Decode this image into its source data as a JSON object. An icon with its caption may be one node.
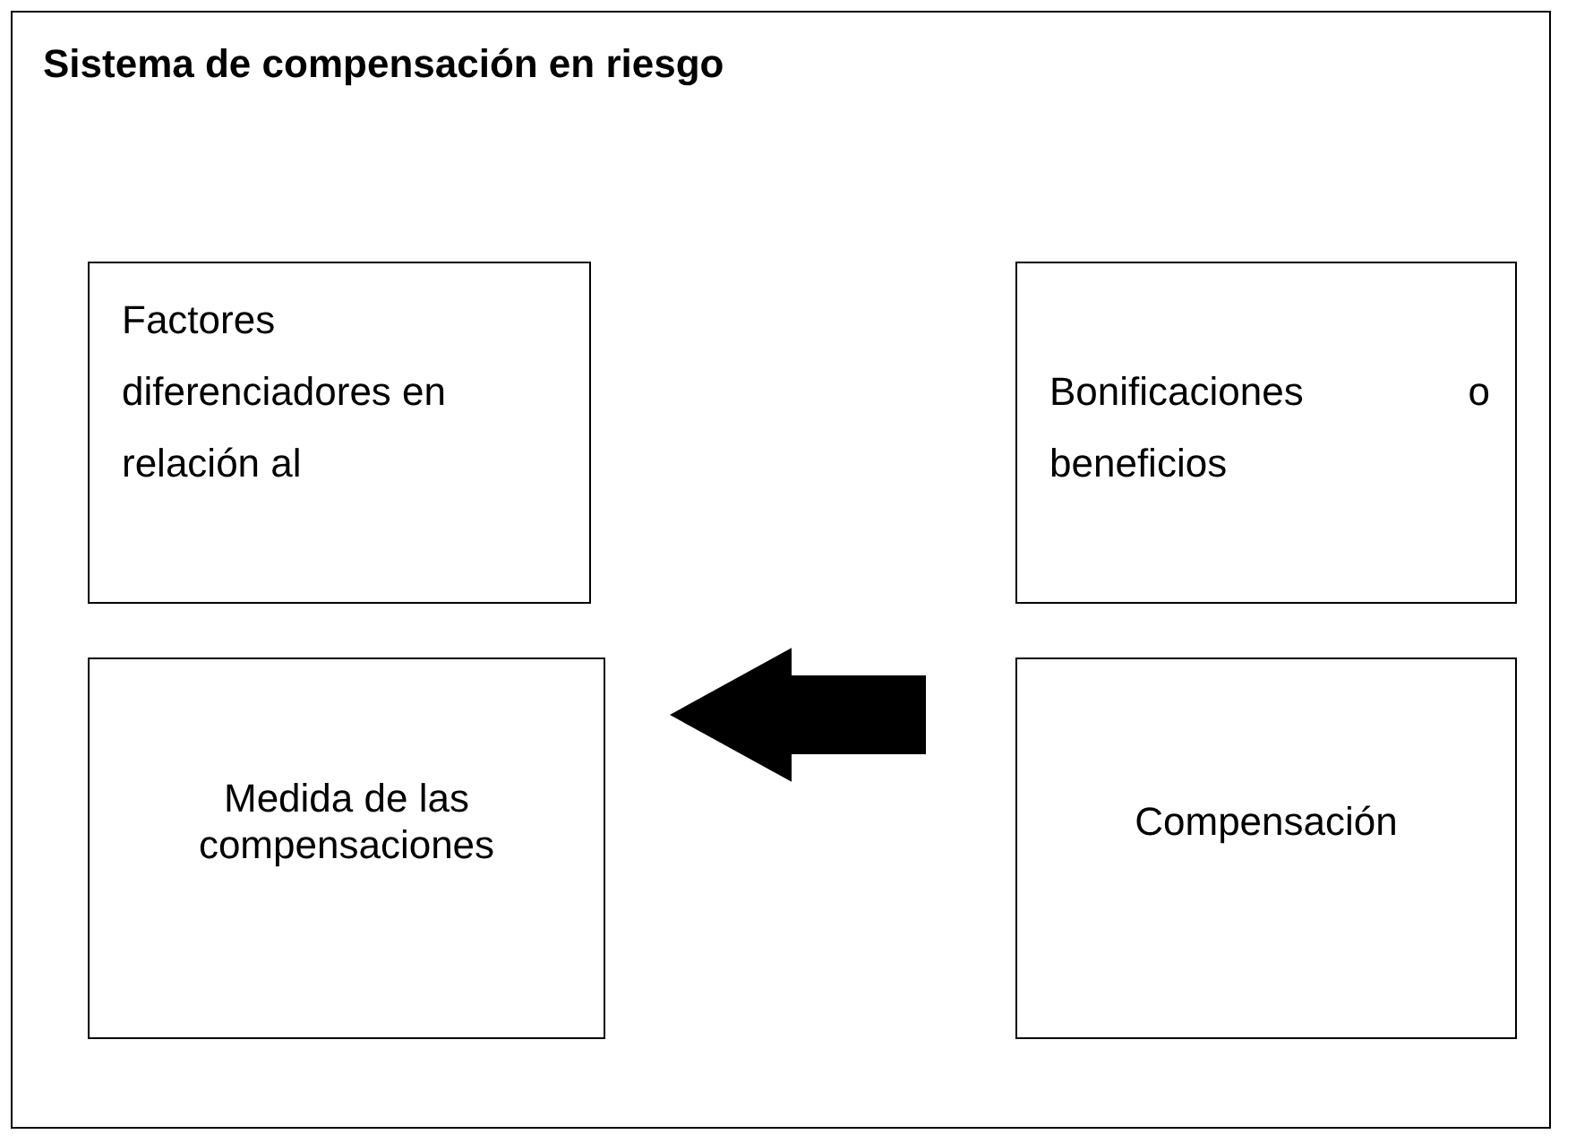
{
  "diagram": {
    "nodes": [
      {
        "text": [
          "Sistema de compensación en riesgo"
        ]
      },
      {
        "text": [
          "Factores diferenciadores en relación al"
        ],
        "in": 0
      },
      {
        "text": [
          "Bonificaciones o beneficios"
        ],
        "in": 0
      },
      {
        "text": [
          "Medida de las compensaciones"
        ],
        "in": 0
      },
      {
        "text": [
          "Compensación"
        ],
        "in": 0
      }
    ],
    "edges": [
      {
        "from": 4,
        "to": 3,
        "arrow": "to",
        "style": "thick"
      }
    ]
  }
}
